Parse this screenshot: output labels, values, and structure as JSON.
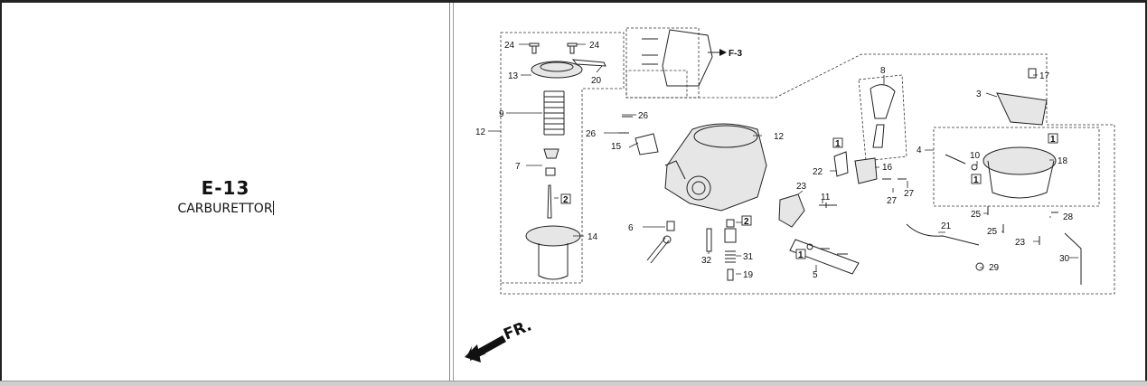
{
  "section": {
    "code": "E-13",
    "name": "CARBURETTOR"
  },
  "diagram": {
    "reference": "F-3",
    "direction": "FR.",
    "parts": [
      {
        "id": "p24a",
        "label": "24"
      },
      {
        "id": "p24b",
        "label": "24"
      },
      {
        "id": "p13",
        "label": "13"
      },
      {
        "id": "p20",
        "label": "20"
      },
      {
        "id": "p9",
        "label": "9"
      },
      {
        "id": "p12a",
        "label": "12"
      },
      {
        "id": "p7",
        "label": "7"
      },
      {
        "id": "p2a",
        "label": "2"
      },
      {
        "id": "p14",
        "label": "14"
      },
      {
        "id": "p26a",
        "label": "26"
      },
      {
        "id": "p26b",
        "label": "26"
      },
      {
        "id": "p15",
        "label": "15"
      },
      {
        "id": "p12b",
        "label": "12"
      },
      {
        "id": "p6",
        "label": "6"
      },
      {
        "id": "p2b",
        "label": "2"
      },
      {
        "id": "p32",
        "label": "32"
      },
      {
        "id": "p31",
        "label": "31"
      },
      {
        "id": "p19",
        "label": "19"
      },
      {
        "id": "p23a",
        "label": "23"
      },
      {
        "id": "p11",
        "label": "11"
      },
      {
        "id": "p1a",
        "label": "1"
      },
      {
        "id": "p5",
        "label": "5"
      },
      {
        "id": "p8",
        "label": "8"
      },
      {
        "id": "p1b",
        "label": "1"
      },
      {
        "id": "p22",
        "label": "22"
      },
      {
        "id": "p16",
        "label": "16"
      },
      {
        "id": "p27a",
        "label": "27"
      },
      {
        "id": "p27b",
        "label": "27"
      },
      {
        "id": "p17",
        "label": "17"
      },
      {
        "id": "p3",
        "label": "3"
      },
      {
        "id": "p4",
        "label": "4"
      },
      {
        "id": "p1c",
        "label": "1"
      },
      {
        "id": "p10",
        "label": "10"
      },
      {
        "id": "p1d",
        "label": "1"
      },
      {
        "id": "p18",
        "label": "18"
      },
      {
        "id": "p25a",
        "label": "25"
      },
      {
        "id": "p25b",
        "label": "25"
      },
      {
        "id": "p28",
        "label": "28"
      },
      {
        "id": "p21",
        "label": "21"
      },
      {
        "id": "p23b",
        "label": "23"
      },
      {
        "id": "p29",
        "label": "29"
      },
      {
        "id": "p30",
        "label": "30"
      }
    ]
  }
}
